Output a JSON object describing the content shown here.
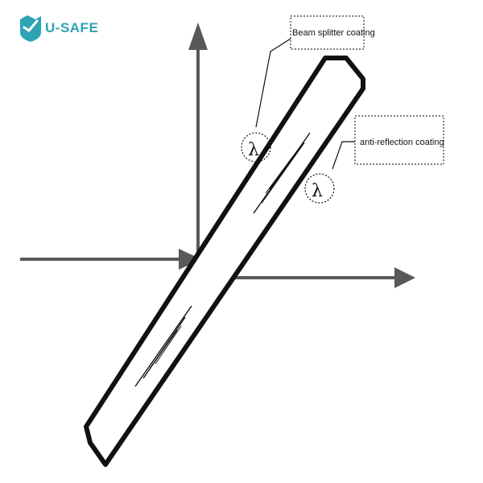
{
  "logo": {
    "text": "U-SAFE",
    "icon": "usafe-logo-icon",
    "color": "#2ea3b3"
  },
  "labels": {
    "beam_splitter": "Beam splitter coating",
    "anti_reflection": "anti-reflection coating",
    "lambda_symbol": "λ"
  },
  "colors": {
    "arrow": "#595959",
    "plate_stroke": "#111111",
    "callout_border": "#333333"
  }
}
